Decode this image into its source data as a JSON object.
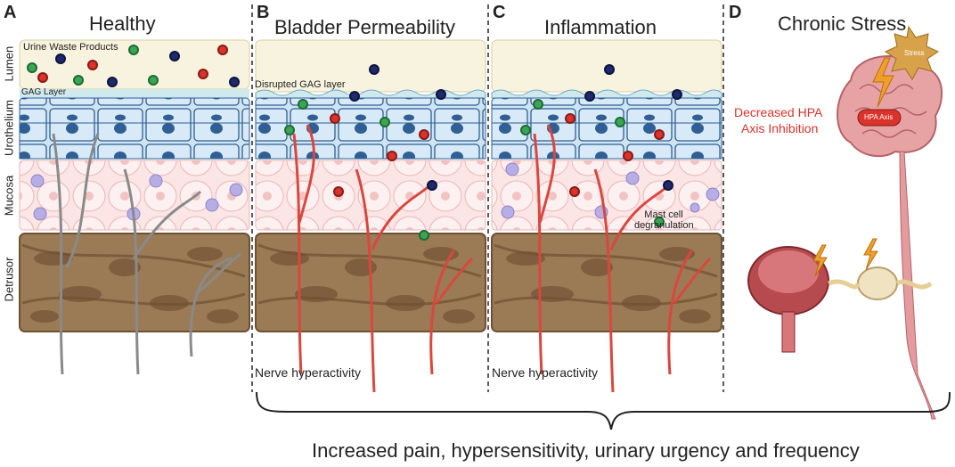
{
  "panels": {
    "a": {
      "letter": "A",
      "title": "Healthy"
    },
    "b": {
      "letter": "B",
      "title": "Bladder Permeability"
    },
    "c": {
      "letter": "C",
      "title": "Inflammation"
    },
    "d": {
      "letter": "D",
      "title": "Chronic Stress"
    }
  },
  "layers": {
    "lumen": "Lumen",
    "urothelium": "Urothelium",
    "mucosa": "Mucosa",
    "detrusor": "Detrusor"
  },
  "labels": {
    "urine_waste": "Urine Waste Products",
    "gag_layer": "GAG Layer",
    "disrupted_gag": "Disrupted GAG layer",
    "nerve_b": "Nerve hyperactivity",
    "nerve_c": "Nerve hyperactivity",
    "mast_cell": "Mast cell degranulation",
    "hpa_line1": "Decreased HPA",
    "hpa_line2": "Axis Inhibition",
    "hpa_axis": "HPA Axis",
    "stress": "Stress"
  },
  "footer": "Increased pain, hypersensitivity, urinary urgency and frequency",
  "colors": {
    "lumen": "#f8f3df",
    "urothelium": "#cfe4f3",
    "cell_nucleus": "#2f5f94",
    "mucosa": "#fbe5e5",
    "detrusor": "#9a7b55",
    "detrusor_dark": "#6e5033",
    "nerve_healthy": "#8a8a8a",
    "nerve_active": "#d9473f",
    "accent_red": "#d9332b"
  }
}
